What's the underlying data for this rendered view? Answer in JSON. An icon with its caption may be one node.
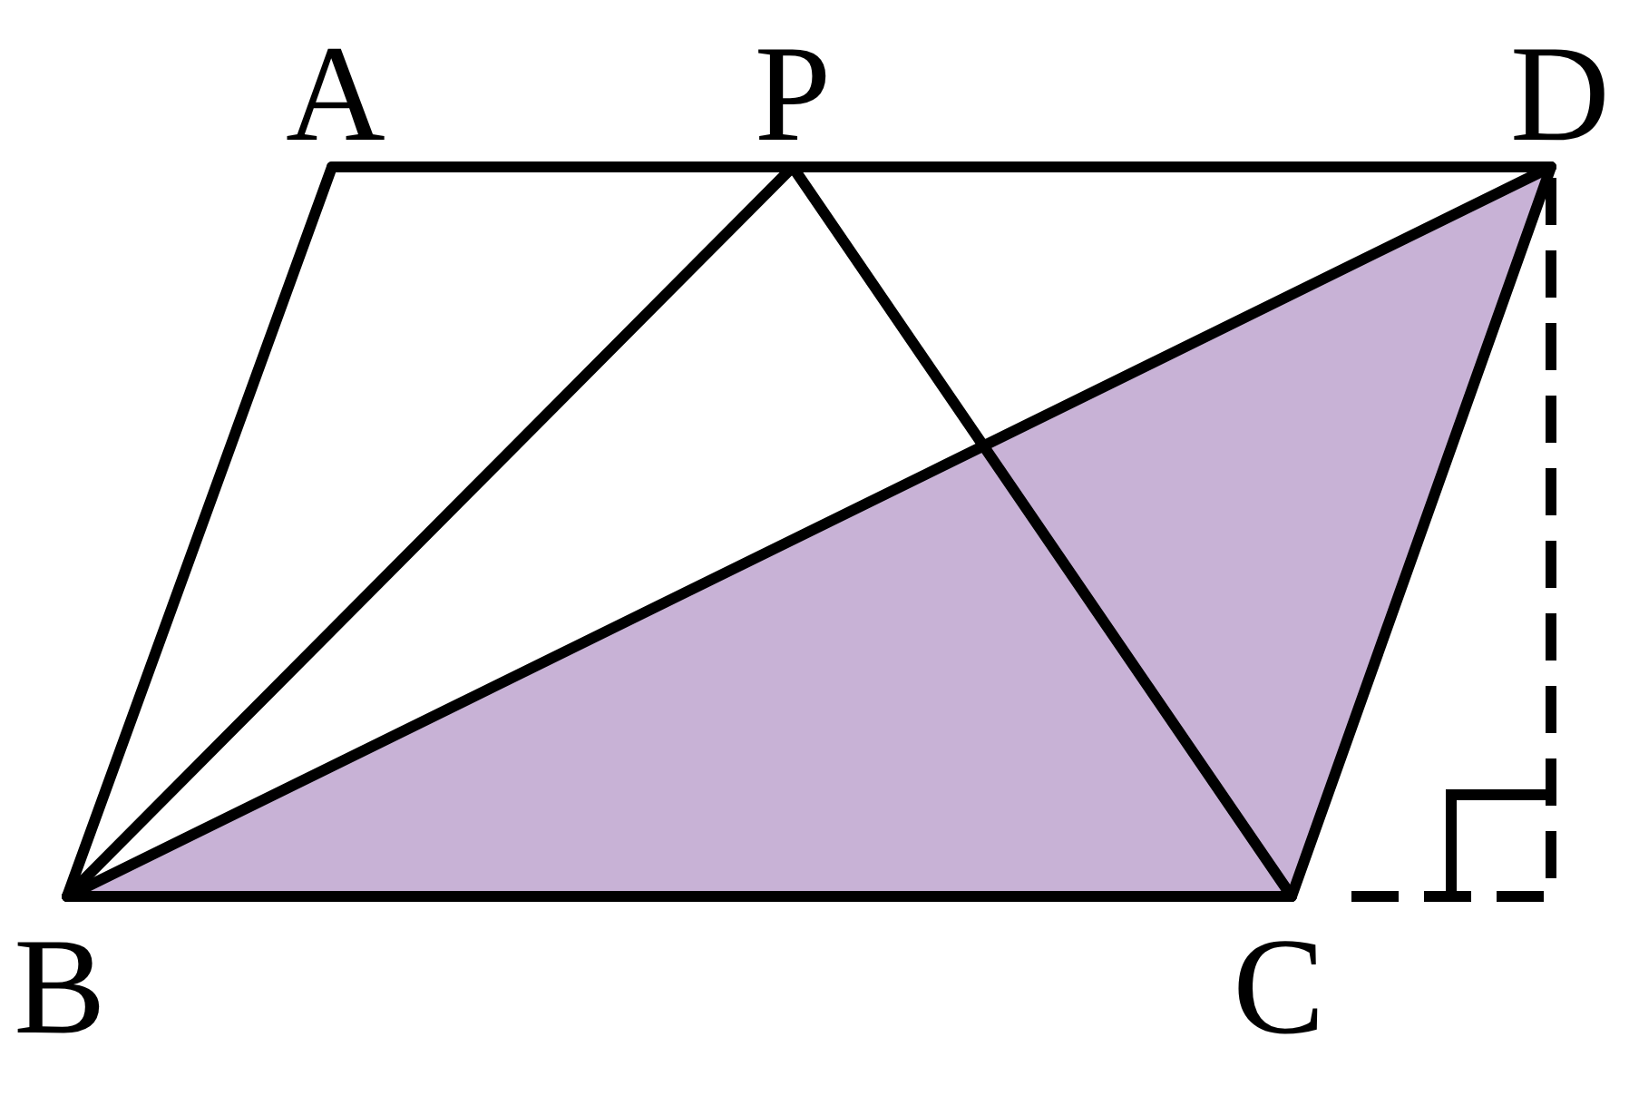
{
  "diagram": {
    "nodes": [
      {
        "text": [
          "A"
        ]
      },
      {
        "text": [
          "P"
        ]
      },
      {
        "text": [
          "D"
        ]
      },
      {
        "text": [
          "B"
        ]
      },
      {
        "text": [
          "C"
        ]
      }
    ],
    "edges": [
      {
        "from": 0,
        "to": 1,
        "arrow": "none"
      },
      {
        "from": 1,
        "to": 2,
        "arrow": "none"
      },
      {
        "from": 0,
        "to": 3,
        "arrow": "none"
      },
      {
        "from": 3,
        "to": 4,
        "arrow": "none"
      },
      {
        "from": 4,
        "to": 2,
        "arrow": "none"
      },
      {
        "from": 3,
        "to": 1,
        "arrow": "none"
      },
      {
        "from": 1,
        "to": 4,
        "arrow": "none"
      },
      {
        "from": 3,
        "to": 2,
        "arrow": "none"
      }
    ]
  }
}
